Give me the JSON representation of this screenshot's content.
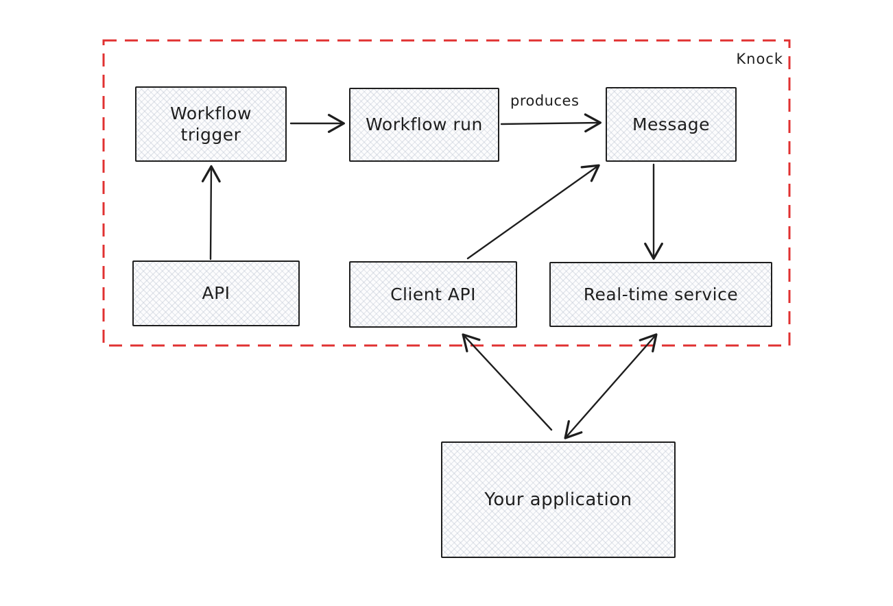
{
  "diagram": {
    "boundary": {
      "label": "Knock",
      "color": "#e03131",
      "style": "dashed"
    },
    "stroke_color": "#1e1e1e",
    "nodes": {
      "workflow_trigger": {
        "label": "Workflow trigger"
      },
      "workflow_run": {
        "label": "Workflow run"
      },
      "message": {
        "label": "Message"
      },
      "api": {
        "label": "API"
      },
      "client_api": {
        "label": "Client API"
      },
      "realtime_service": {
        "label": "Real-time service"
      },
      "your_application": {
        "label": "Your application"
      }
    },
    "edges": [
      {
        "from": "workflow_trigger",
        "to": "workflow_run",
        "label": "",
        "bidirectional": false
      },
      {
        "from": "workflow_run",
        "to": "message",
        "label": "produces",
        "bidirectional": false
      },
      {
        "from": "api",
        "to": "workflow_trigger",
        "label": "",
        "bidirectional": false
      },
      {
        "from": "message",
        "to": "realtime_service",
        "label": "",
        "bidirectional": false
      },
      {
        "from": "client_api",
        "to": "message",
        "label": "",
        "bidirectional": false
      },
      {
        "from": "your_application",
        "to": "client_api",
        "label": "",
        "bidirectional": false
      },
      {
        "from": "your_application",
        "to": "realtime_service",
        "label": "",
        "bidirectional": true
      }
    ]
  }
}
